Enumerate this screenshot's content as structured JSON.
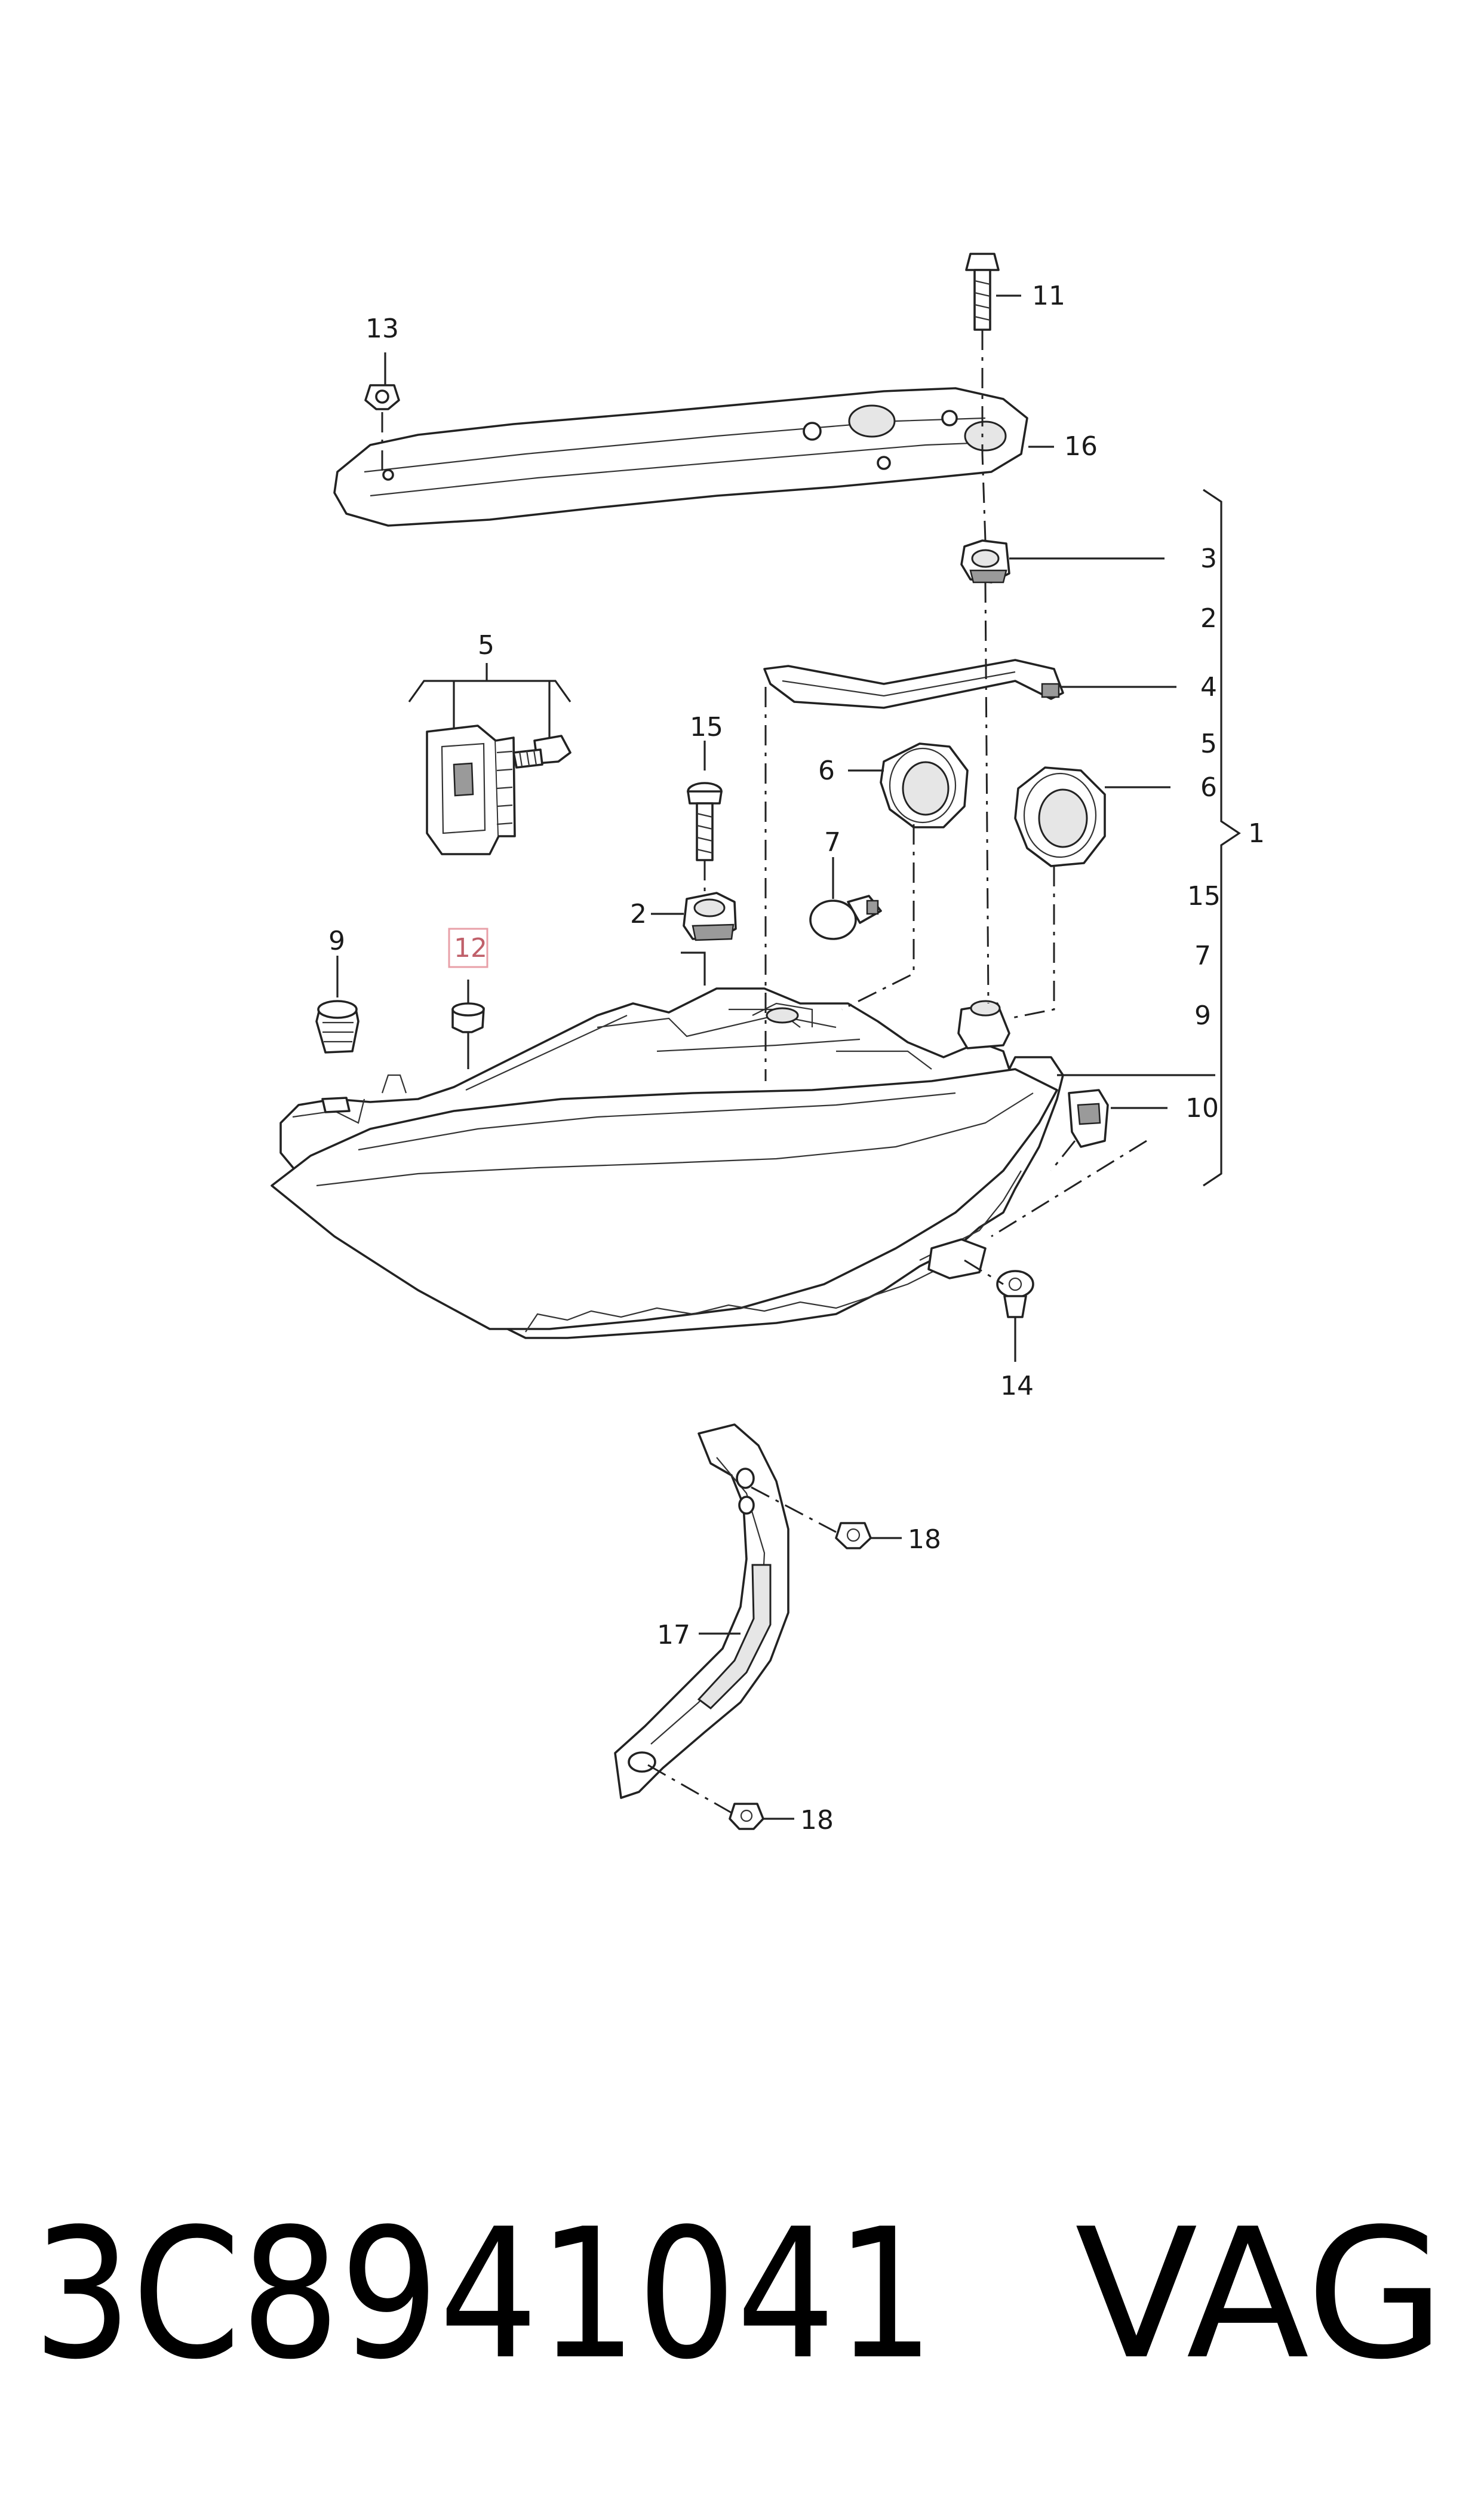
{
  "callouts": {
    "c1": "1",
    "c2_top": "2",
    "c2_left": "2",
    "c3": "3",
    "c4": "4",
    "c5_top": "5",
    "c5_list": "5",
    "c6_left": "6",
    "c6_right": "6",
    "c7_left": "7",
    "c7_list": "7",
    "c9_left": "9",
    "c9_list": "9",
    "c10": "10",
    "c11": "11",
    "c12": "12",
    "c13": "13",
    "c14": "14",
    "c15_left": "15",
    "c15_list": "15",
    "c16": "16",
    "c17": "17",
    "c18_top": "18",
    "c18_bottom": "18"
  },
  "highlight_color": "#e8a0a8",
  "footer": {
    "part_number": "3C8941041",
    "brand": "VAG"
  }
}
